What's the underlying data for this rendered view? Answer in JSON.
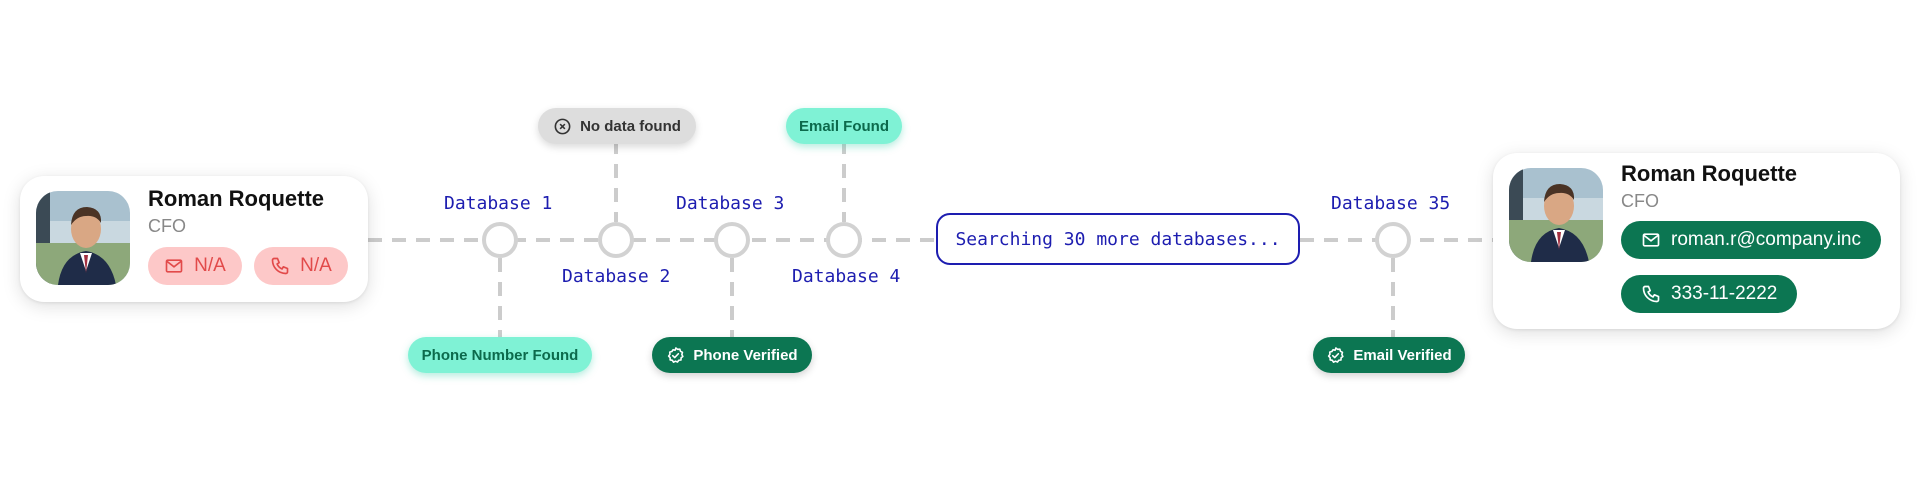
{
  "profile_before": {
    "name": "Roman Roquette",
    "role": "CFO",
    "email_value": "N/A",
    "phone_value": "N/A"
  },
  "profile_after": {
    "name": "Roman Roquette",
    "role": "CFO",
    "email_value": "roman.r@company.inc",
    "phone_value": "333-11-2222"
  },
  "databases": [
    {
      "label": "Database 1",
      "status": "Phone Number Found"
    },
    {
      "label": "Database 2",
      "status": "No data found"
    },
    {
      "label": "Database 3",
      "status": "Phone Verified"
    },
    {
      "label": "Database 4",
      "status": "Email Found"
    },
    {
      "label": "Database 35",
      "status": "Email Verified"
    }
  ],
  "search_text": "Searching 30 more databases...",
  "colors": {
    "accent_blue": "#1d1db0",
    "verified_green": "#0c7652",
    "found_mint": "#7ff2d5",
    "na_red": "#e24a4a",
    "na_pink": "#fdc8c8",
    "connector_gray": "#d2d2d2"
  },
  "icons": {
    "email": "envelope-icon",
    "phone": "phone-icon",
    "verified": "check-circle-icon",
    "none": "x-circle-icon"
  }
}
